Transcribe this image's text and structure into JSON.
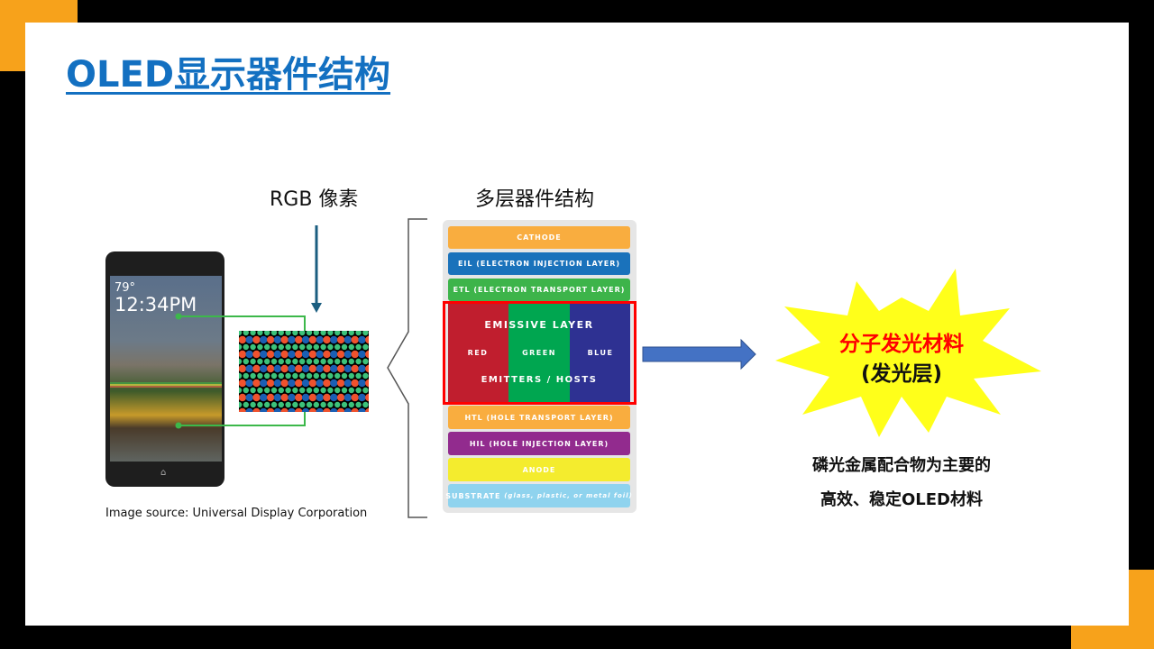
{
  "title": "OLED显示器件结构",
  "captions": {
    "rgb": "RGB 像素",
    "multilayer": "多层器件结构"
  },
  "phone": {
    "temperature": "79°",
    "time": "12:34PM",
    "home_icon": "⌂"
  },
  "image_source": "Image source: Universal Display Corporation",
  "layers": {
    "cathode": "CATHODE",
    "eil": "EIL (ELECTRON INJECTION LAYER)",
    "etl": "ETL (ELECTRON TRANSPORT LAYER)",
    "emissive": "EMISSIVE LAYER",
    "red": "RED",
    "green": "GREEN",
    "blue": "BLUE",
    "emitters": "EMITTERS / HOSTS",
    "htl": "HTL (HOLE TRANSPORT LAYER)",
    "hil": "HIL (HOLE INJECTION LAYER)",
    "anode": "ANODE",
    "substrate": "SUBSTRATE",
    "substrate_note": "(glass, plastic, or metal foil)"
  },
  "star": {
    "line1": "分子发光材料",
    "line2": "(发光层)"
  },
  "note": {
    "line1": "磷光金属配合物为主要的",
    "line2": "高效、稳定OLED材料"
  },
  "colors": {
    "accent": "#f7a21b",
    "title": "#1370c1"
  }
}
